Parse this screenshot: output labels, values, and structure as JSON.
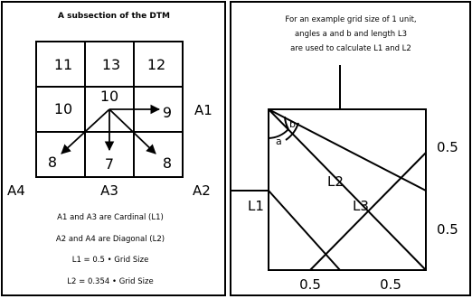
{
  "left_panel": {
    "title": "A subsection of the DTM",
    "grid": [
      [
        "11",
        "13",
        "12"
      ],
      [
        "10",
        "10",
        "9"
      ],
      [
        "8",
        "7",
        "8"
      ]
    ],
    "direction_labels": {
      "a1": "A1",
      "a2": "A2",
      "a3": "A3",
      "a4": "A4"
    },
    "notes": [
      "A1 and A3 are Cardinal (L1)",
      "A2 and A4 are Diagonal (L2)",
      "L1 = 0.5 • Grid Size",
      "L2 = 0.354 • Grid Size"
    ]
  },
  "right_panel": {
    "caption_lines": [
      "For an example grid size of 1 unit,",
      "angles a and b and length L3",
      "are used to calculate L1 and L2"
    ],
    "angle_labels": {
      "a": "a",
      "b": "b"
    },
    "length_labels": {
      "l1": "L1",
      "l2": "L2",
      "l3": "L3"
    },
    "right_ticks": [
      "0.5",
      "0.5"
    ],
    "bottom_ticks": [
      "0.5",
      "0.5"
    ]
  }
}
